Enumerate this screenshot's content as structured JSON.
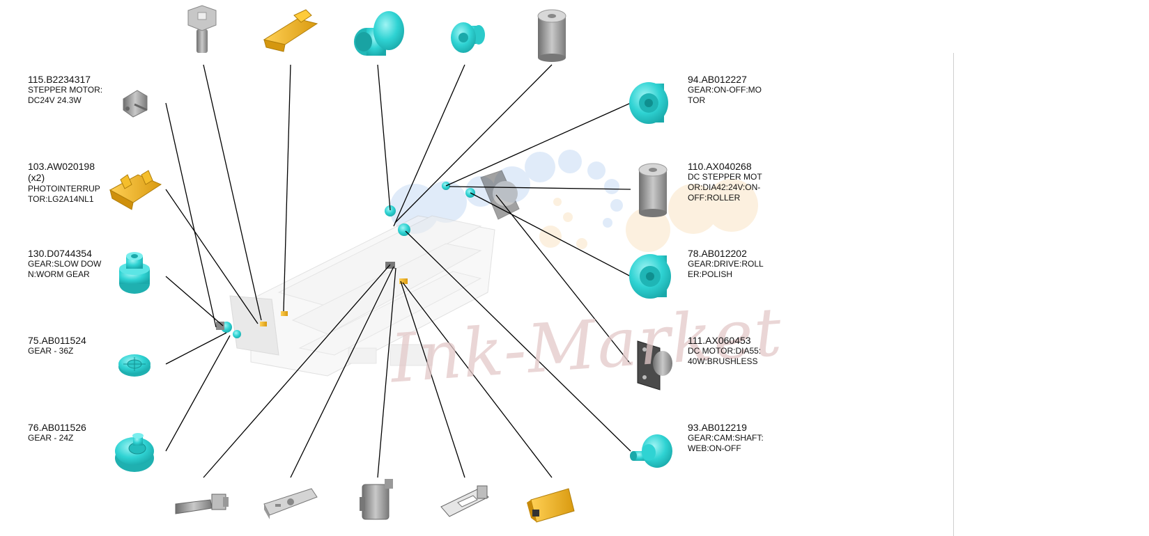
{
  "watermark": {
    "text": "Ink-Market",
    "logo_icon": "ink-market-dots-logo"
  },
  "colors": {
    "part_cyan": "#33d6d6",
    "part_yellow": "#f2b41c",
    "part_gray": "#8f8f8f",
    "line": "#000000"
  },
  "left_labels": [
    {
      "pn": "115.B2234317",
      "lines": [
        "STEPPER MOTOR:",
        "DC24V 24.3W"
      ],
      "icon": "stepper-motor-icon"
    },
    {
      "pn": "103.AW020198",
      "lines": [
        "(x2)",
        "PHOTOINTERRUP",
        "TOR:LG2A14NL1"
      ],
      "icon": "photointerrupter-icon"
    },
    {
      "pn": "130.D0744354",
      "lines": [
        "GEAR:SLOW DOW",
        "N:WORM GEAR"
      ],
      "icon": "worm-gear-icon"
    },
    {
      "pn": "75.AB011524",
      "lines": [
        "GEAR - 36Z"
      ],
      "icon": "gear-36z-icon"
    },
    {
      "pn": "76.AB011526",
      "lines": [
        "GEAR - 24Z"
      ],
      "icon": "gear-24z-icon"
    }
  ],
  "right_labels": [
    {
      "pn": "94.AB012227",
      "lines": [
        "GEAR:ON-OFF:MO",
        "TOR"
      ],
      "icon": "gear-on-off-motor-icon"
    },
    {
      "pn": "110.AX040268",
      "lines": [
        "DC STEPPER MOT",
        "OR:DIA42:24V:ON-",
        "OFF:ROLLER"
      ],
      "icon": "stepper-motor-cylinder-icon"
    },
    {
      "pn": "78.AB012202",
      "lines": [
        "GEAR:DRIVE:ROLL",
        "ER:POLISH"
      ],
      "icon": "drive-gear-icon"
    },
    {
      "pn": "111.AX060453",
      "lines": [
        "DC MOTOR:DIA55:",
        "40W:BRUSHLESS"
      ],
      "icon": "brushless-motor-icon"
    },
    {
      "pn": "93.AB012219",
      "lines": [
        "GEAR:CAM:SHAFT:",
        "WEB:ON-OFF"
      ],
      "icon": "cam-gear-icon"
    }
  ],
  "top_parts": [
    "screw-icon",
    "yellow-bracket-icon",
    "cyan-bushing-icon",
    "cyan-small-gear-icon",
    "gray-cylinder-icon"
  ],
  "bottom_parts": [
    "lever-icon",
    "gray-bracket-icon",
    "sensor-housing-icon",
    "metal-plate-icon",
    "yellow-sensor-icon"
  ]
}
